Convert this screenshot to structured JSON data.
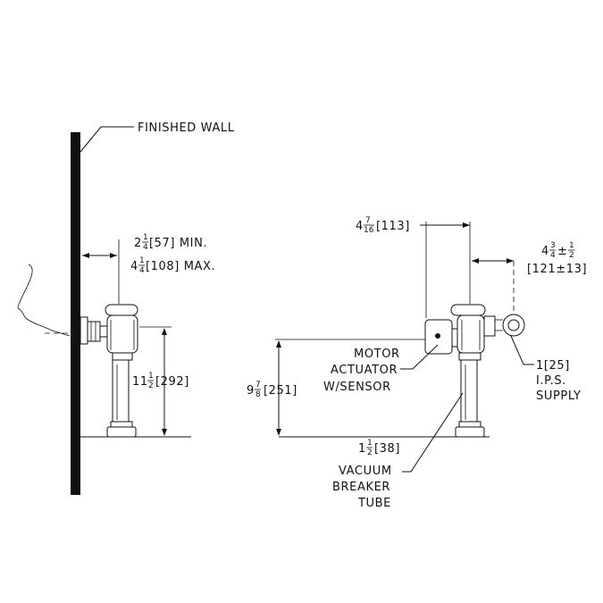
{
  "labels": {
    "finished_wall": "FINISHED WALL",
    "min_whole": "2",
    "min_num": "1",
    "min_den": "4",
    "min_rest": "[57]  MIN.",
    "max_whole": "4",
    "max_num": "1",
    "max_den": "4",
    "max_rest": "[108]  MAX.",
    "h292_whole": "11",
    "h292_num": "1",
    "h292_den": "2",
    "h292_rest": "[292]",
    "w113_whole": "4",
    "w113_num": "7",
    "w113_den": "16",
    "w113_rest": "[113]",
    "w121_whole": "4",
    "w121_num": "3",
    "w121_den": "4",
    "w121_pm": "±",
    "w121_num2": "1",
    "w121_den2": "2",
    "w121_rest": "[121±13]",
    "h251_whole": "9",
    "h251_num": "7",
    "h251_den": "8",
    "h251_rest": " [251]",
    "motor_1": "MOTOR",
    "motor_2": "ACTUATOR",
    "motor_3": "W/SENSOR",
    "supply_1": "1[25]",
    "supply_2": "I.P.S.",
    "supply_3": "SUPPLY",
    "tube_whole": "1",
    "tube_num": "1",
    "tube_den": "2",
    "tube_rest": "[38]",
    "tube_1": "VACUUM",
    "tube_2": "BREAKER",
    "tube_3": "TUBE"
  },
  "colors": {
    "line": "#111111",
    "background": "#ffffff"
  }
}
